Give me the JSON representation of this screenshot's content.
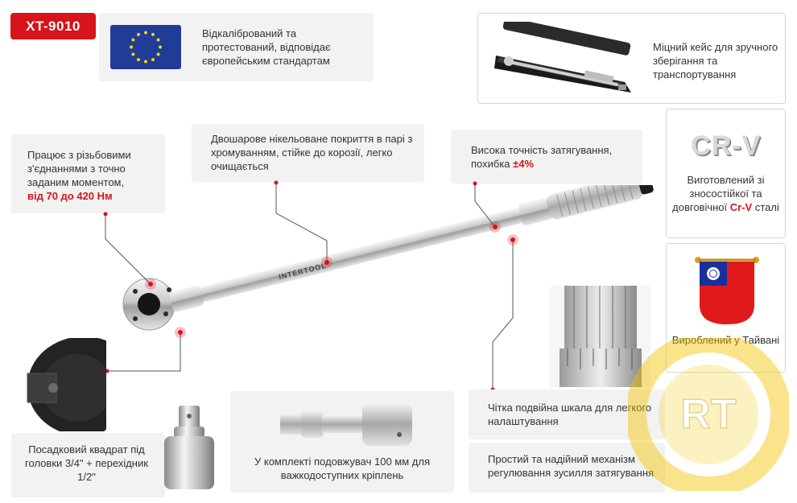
{
  "product": {
    "model": "XT-9010",
    "brand_engraving": "INTERTOOL"
  },
  "features": {
    "eu_standard": {
      "text": "Відкалібрований та протестований, відповідає європейським стандартам"
    },
    "case": {
      "text": "Міцний кейс для зручного зберігання та транспортування"
    },
    "torque_range": {
      "text": "Працює з різьбовими з'єднаннями з точно заданим моментом,",
      "highlight": "від 70 до 420 Нм"
    },
    "coating": {
      "text": "Двошарове нікельоване покриття в парі з хромуванням, стійке до корозії, легко очищається"
    },
    "accuracy": {
      "text": "Висока точність затягування, похибка",
      "highlight": "±4%"
    },
    "crv": {
      "logo": "CR-V",
      "text": "Виготовлений зі зносостійкої та довговічної",
      "highlight": "Cr-V",
      "text_after": "сталі"
    },
    "taiwan": {
      "text": "Вироблений у Тайвані"
    },
    "square_drive": {
      "text": "Посадковий квадрат під головки 3/4\" + перехідник 1/2\""
    },
    "extension": {
      "text": "У комплекті подовжувач 100 мм для важкодоступних кріплень"
    },
    "scale": {
      "text": "Чітка подвійна шкала для легкого налаштування"
    },
    "mechanism": {
      "text": "Простий та надійний механізм регулювання зусилля затягування"
    }
  },
  "colors": {
    "accent": "#d7131b",
    "panel": "#f2f2f2",
    "eu_blue": "#1f3c97",
    "eu_star": "#f7d117",
    "watermark": "#f3c400"
  },
  "icons": {
    "eu_flag": "eu-flag-icon",
    "taiwan_flag": "taiwan-flag-icon"
  }
}
